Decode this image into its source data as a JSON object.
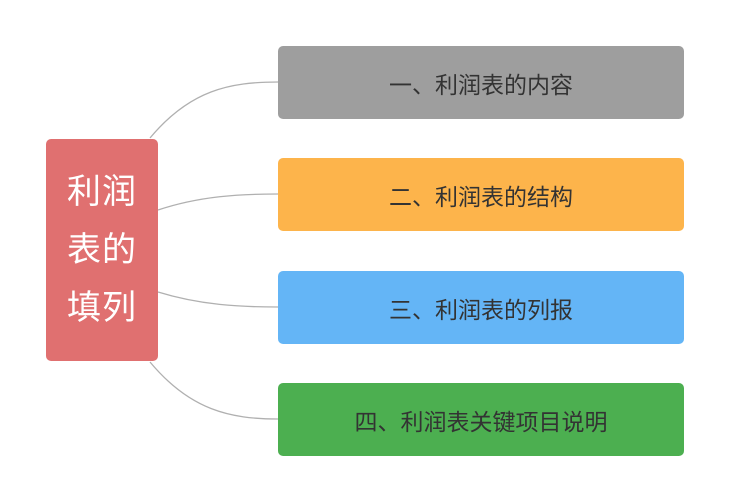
{
  "root": {
    "lines": [
      "利润",
      "表的",
      "填列"
    ],
    "color": "#e07070"
  },
  "branches": [
    {
      "label": "一、利润表的内容",
      "color": "#9e9e9e"
    },
    {
      "label": "二、利润表的结构",
      "color": "#fdb44b"
    },
    {
      "label": "三、利润表的列报",
      "color": "#64b5f6"
    },
    {
      "label": "四、利润表关键项目说明",
      "color": "#4caf50"
    }
  ],
  "link_color": "#b0b0b0"
}
